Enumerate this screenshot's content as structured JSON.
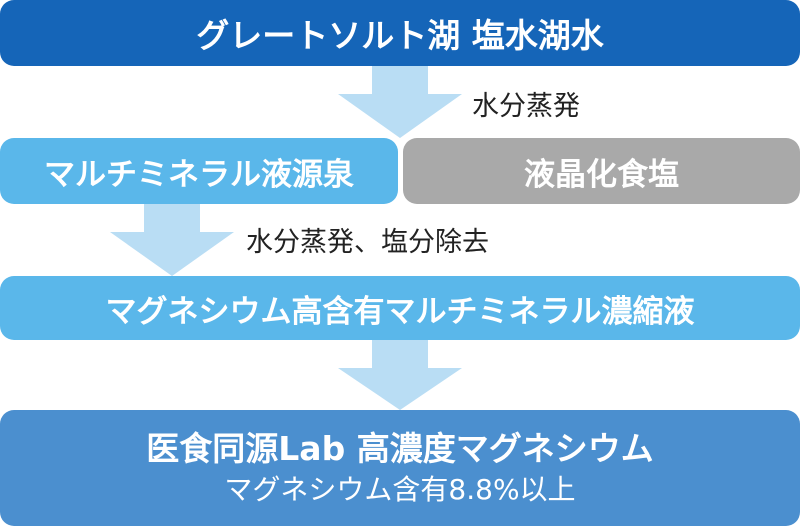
{
  "top_box": {
    "text": "グレートソルト湖 塩水湖水"
  },
  "step1_label": "水分蒸発",
  "spring_box": {
    "text": "マルチミネラル液源泉"
  },
  "salt_box": {
    "text": "液晶化食塩"
  },
  "step2_label": "水分蒸発、塩分除去",
  "concentrate_box": {
    "text": "マグネシウム高含有マルチミネラル濃縮液"
  },
  "final_box": {
    "title": "医食同源Lab 高濃度マグネシウム",
    "subtitle": "マグネシウム含有8.8%以上"
  },
  "colors": {
    "top": "#1565b8",
    "light_blue": "#5ab7ea",
    "gray": "#a9a9a9",
    "final": "#4b8fcf",
    "arrow": "#b9ddf4"
  }
}
